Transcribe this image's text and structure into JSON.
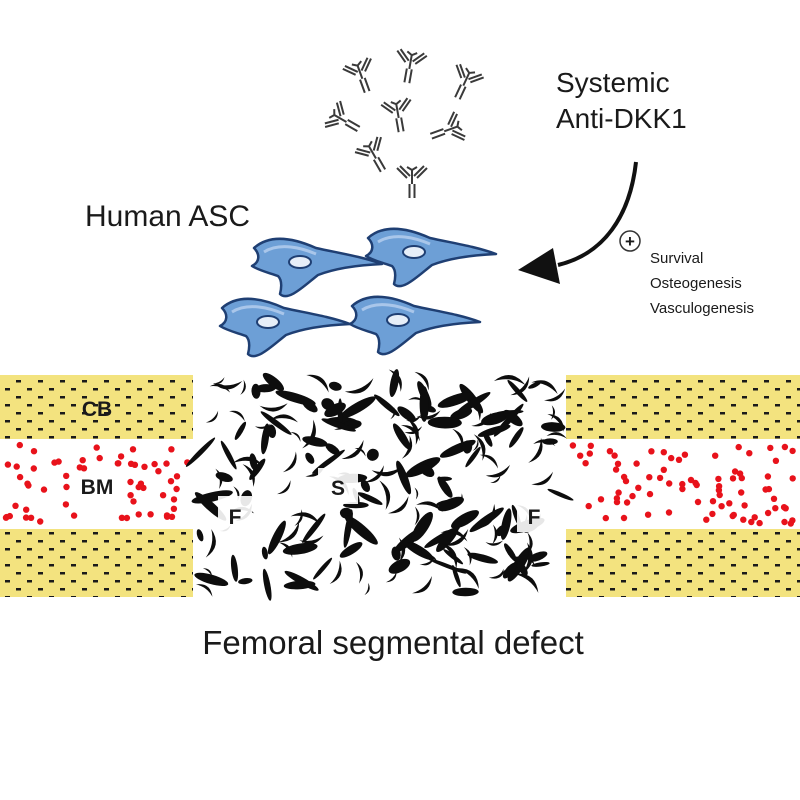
{
  "labels": {
    "systemic_line1": "Systemic",
    "systemic_line2": "Anti-DKK1",
    "human_asc": "Human ASC",
    "plus_sign": "+",
    "effects": [
      "Survival",
      "Osteogenesis",
      "Vasculogenesis"
    ],
    "cortical_bone": "CB",
    "bone_marrow": "BM",
    "scaffold": "S",
    "fixation_left": "F",
    "fixation_right": "F",
    "title": "Femoral segmental defect"
  },
  "colors": {
    "cortical_bone_fill": "#f3e37f",
    "bone_marrow_dots": "#e8121b",
    "cell_fill": "#6d9fd6",
    "cell_stroke": "#1f3f73",
    "antibody_stroke": "#3a3a3a",
    "arrow": "#111111",
    "scaffold_pores": "#0d0d0d"
  },
  "icons": {
    "antibody": "y-shaped-antibody-icon",
    "cell": "spindle-stem-cell-icon",
    "arrow": "curved-arrow-icon",
    "plus": "plus-circle-icon"
  }
}
